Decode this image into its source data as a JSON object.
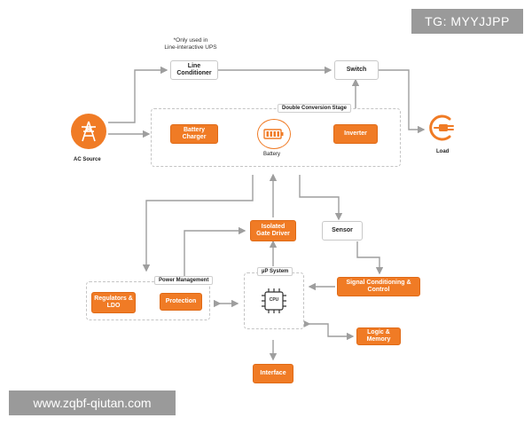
{
  "note": "*Only used in\nLine-interactive UPS",
  "nodes": {
    "ac_source": "AC Source",
    "line_conditioner": "Line\nConditioner",
    "switch": "Switch",
    "double_conversion_stage": "Double Conversion Stage",
    "battery_charger": "Battery\nCharger",
    "battery": "Battery",
    "inverter": "Inverter",
    "load": "Load",
    "sensor": "Sensor",
    "isolated_gate_driver": "Isolated\nGate Driver",
    "power_management": "Power Management",
    "regulators_ldo": "Regulators &\nLDO",
    "protection": "Protection",
    "up_system": "µP System",
    "cpu": "CPU",
    "signal_conditioning": "Signal Conditioning &\nControl",
    "logic_memory": "Logic &\nMemory",
    "interface": "Interface"
  },
  "watermarks": {
    "top_right": "TG: MYYJJPP",
    "bottom_left": "www.zqbf-qiutan.com"
  },
  "colors": {
    "accent": "#f07b25",
    "line": "#9e9e9e"
  }
}
